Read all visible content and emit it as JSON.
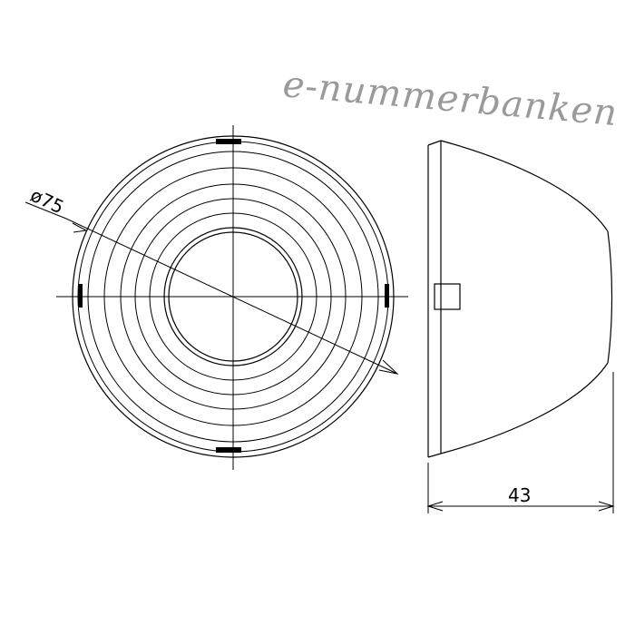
{
  "watermark": "e-nummerbanken",
  "dimensions": {
    "diameter": "ø75",
    "depth": "43"
  }
}
